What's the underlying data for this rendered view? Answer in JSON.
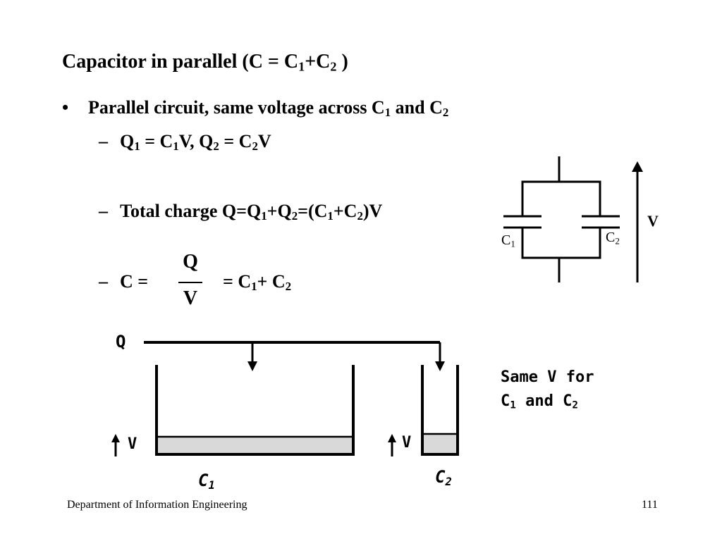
{
  "slide": {
    "title_prefix": "Capacitor in parallel (C = C",
    "title_sub1": "1",
    "title_plus": "+C",
    "title_sub2": "2",
    "title_suffix": " )",
    "bullet_mark": "•",
    "bullet_text": "Parallel circuit, same voltage across C",
    "bullet_sub1": "1",
    "bullet_and": " and C",
    "bullet_sub2": "2",
    "sub_dash": "–",
    "sub1": {
      "q": "Q",
      "s1": "1",
      "eq1": " = C",
      "s2": "1",
      "v1": "V,  Q",
      "s3": "2",
      "eq2": " = C",
      "s4": "2",
      "v2": "V"
    },
    "sub2": {
      "a": "Total charge Q=Q",
      "s1": "1",
      "b": "+Q",
      "s2": "2",
      "c": "=(C",
      "s3": "1",
      "d": "+C",
      "s4": "2",
      "e": ")V"
    },
    "sub3": {
      "lhs": "C =",
      "num": "Q",
      "den": "V",
      "rhs_a": "= C",
      "s1": "1",
      "rhs_b": "+ C",
      "s2": "2"
    }
  },
  "circuit": {
    "c1_label": "C",
    "c1_sub": "1",
    "c2_label": "C",
    "c2_sub": "2",
    "v_label": "V"
  },
  "analogy": {
    "q_label": "Q",
    "v_left": "V",
    "v_right": "V",
    "c1_label": "C",
    "c1_sub": "1",
    "c2_label": "C",
    "c2_sub": "2",
    "note_line1": "Same V for",
    "note_line2_a": "C",
    "note_sub1": "1",
    "note_and": " and C",
    "note_sub2": "2",
    "fill_color": "#d9d9d9"
  },
  "footer": {
    "left": "Department of Information Engineering",
    "page": "111"
  }
}
